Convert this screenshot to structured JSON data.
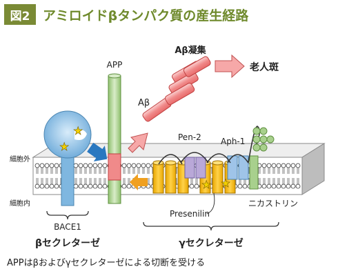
{
  "figure": {
    "badge": "図2",
    "title": "アミロイドβタンパク質の産生経路",
    "caption": "APPはβおよびγセクレターゼによる切断を受ける"
  },
  "labels": {
    "app": "APP",
    "abeta": "Aβ",
    "aggregation": "Aβ凝集",
    "plaque": "老人斑",
    "extracellular": "細胞外",
    "intracellular": "細胞内",
    "pen2": "Pen-2",
    "aph1": "Aph-1",
    "presenilin": "Presenilin",
    "nicastrin": "ニカストリン",
    "bace1": "BACE1",
    "beta_secretase": "βセクレターゼ",
    "gamma_secretase": "γセクレターゼ"
  },
  "colors": {
    "title_green": "#6f8a2c",
    "app_green": "#a8d08d",
    "abeta_pink": "#f08a8a",
    "bace_blue": "#7fb7e0",
    "presenilin_yellow": "#f5b800",
    "membrane_gray": "#cfcfcf",
    "arrow_blue": "#2a78c0",
    "arrow_orange": "#f0a020"
  }
}
